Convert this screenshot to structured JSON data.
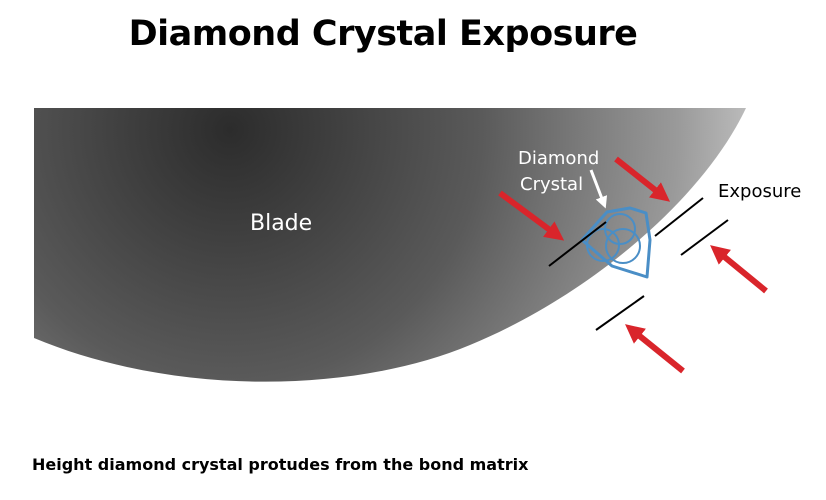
{
  "title": "Diamond Crystal Exposure",
  "caption": "Height diamond crystal protudes from the bond matrix",
  "labels": {
    "blade": "Blade",
    "diamond_line1": "Diamond",
    "diamond_line2": "Crystal",
    "exposure": "Exposure"
  },
  "colors": {
    "blade_dark": "#3a3a3a",
    "blade_light": "#c9c9c9",
    "crystal_outline": "#4a8ec6",
    "arrow": "#d9252b",
    "measure_line": "#000000"
  }
}
